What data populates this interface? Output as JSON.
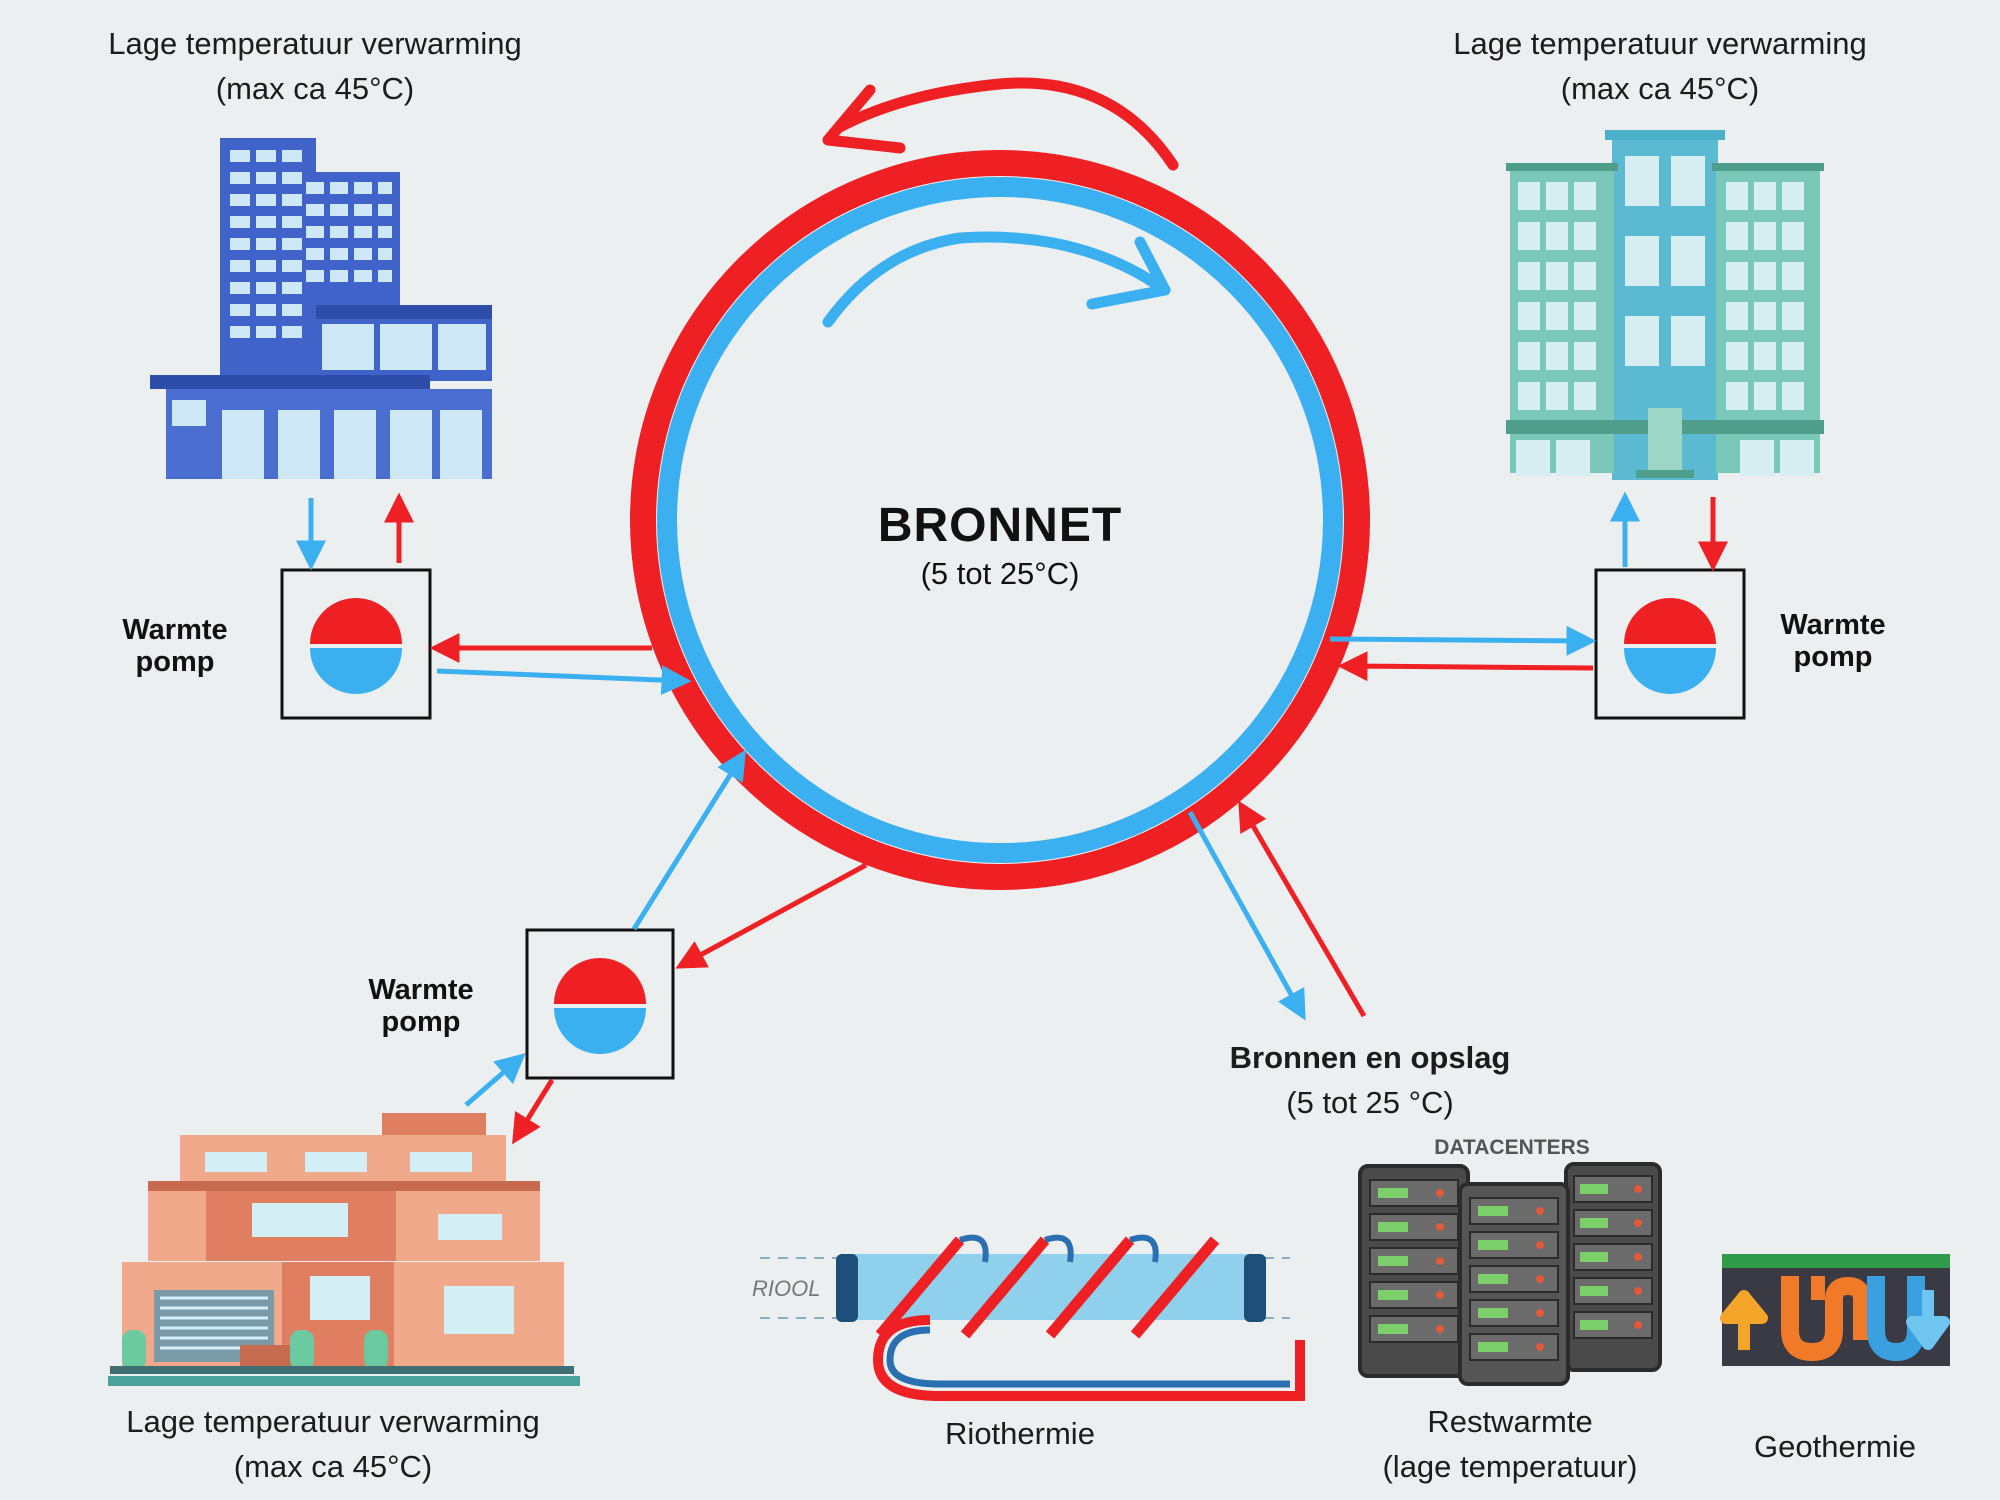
{
  "center": {
    "title": "BRONNET",
    "subtitle": "(5 tot 25°C)"
  },
  "buildings": {
    "top_left": {
      "line1": "Lage temperatuur verwarming",
      "line2": "(max ca 45°C)"
    },
    "top_right": {
      "line1": "Lage temperatuur verwarming",
      "line2": "(max ca 45°C)"
    },
    "bottom_left": {
      "line1": "Lage temperatuur verwarming",
      "line2": "(max ca 45°C)"
    }
  },
  "heat_pumps": {
    "left": {
      "line1": "Warmte",
      "line2": "pomp"
    },
    "right": {
      "line1": "Warmte",
      "line2": "pomp"
    },
    "bottom": {
      "line1": "Warmte",
      "line2": "pomp"
    }
  },
  "sources": {
    "title": "Bronnen en opslag",
    "range": "(5 tot 25 °C)",
    "riothermie": {
      "label": "Riothermie",
      "pipe_text": "RIOOL"
    },
    "restwarmte": {
      "line1": "Restwarmte",
      "line2": "(lage temperatuur)",
      "header": "DATACENTERS"
    },
    "geothermie": {
      "label": "Geothermie"
    }
  },
  "colors": {
    "hot": "#ee2024",
    "cold": "#3ab0f0",
    "background": "#eceff0"
  }
}
